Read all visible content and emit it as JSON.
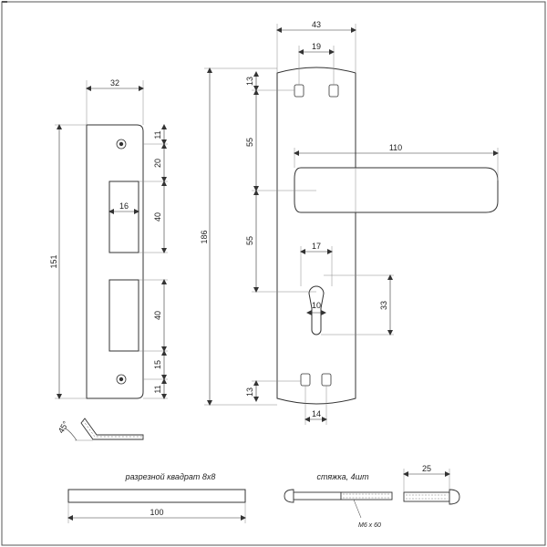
{
  "dimensions": {
    "strike_width": "32",
    "strike_height": "151",
    "top_hole_offset": "11",
    "hole_to_slot": "20",
    "slot_width": "16",
    "upper_slot_height": "40",
    "lower_slot_height": "40",
    "slot_to_hole": "15",
    "bottom_hole_offset": "11",
    "plate_width": "43",
    "screw_spacing": "19",
    "plate_height": "186",
    "top_screw_offset": "13",
    "screw_to_handle": "55",
    "handle_to_cylinder": "55",
    "bottom_screw_offset": "13",
    "handle_length": "110",
    "cylinder_width": "17",
    "cylinder_slot_width": "10",
    "cylinder_height": "33",
    "bottom_screw_spacing": "14",
    "bevel_angle": "45°",
    "spindle_length": "100",
    "bolt_length": "25",
    "bolt_thread": "M6 x 60"
  },
  "captions": {
    "spindle": "разрезной квадрат 8x8",
    "bolts": "стяжка, 4шт"
  }
}
